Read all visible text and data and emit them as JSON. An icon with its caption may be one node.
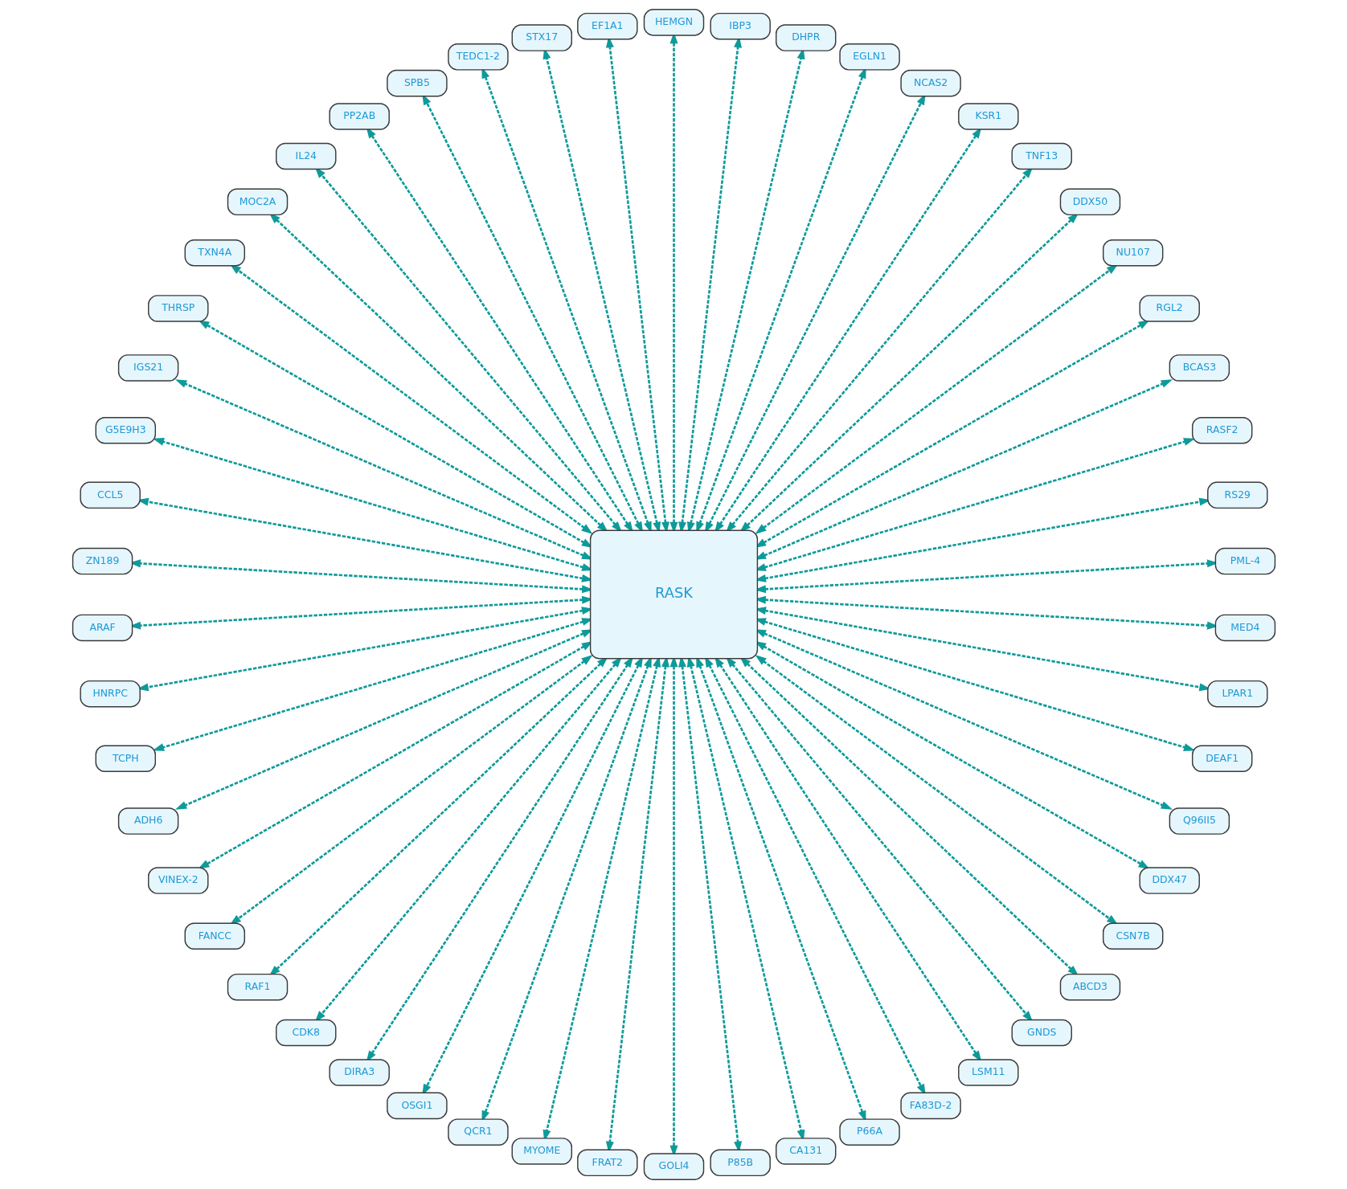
{
  "diagram": {
    "nodes": [
      {
        "text": [
          "TEDC1-2"
        ]
      },
      {
        "text": [
          "IBP3"
        ]
      },
      {
        "text": [
          "EF1A1"
        ]
      },
      {
        "text": [
          "EGLN1"
        ]
      },
      {
        "text": [
          "PP2AB"
        ]
      },
      {
        "text": [
          "TNF13"
        ]
      },
      {
        "text": [
          "MOC2A"
        ]
      },
      {
        "text": [
          "DHPR"
        ]
      },
      {
        "text": [
          "STX17"
        ]
      },
      {
        "text": [
          "NCAS2"
        ]
      },
      {
        "text": [
          "IL24"
        ]
      },
      {
        "text": [
          "NU107"
        ]
      },
      {
        "text": [
          "IGS21"
        ]
      },
      {
        "text": [
          "HEMGN"
        ]
      },
      {
        "text": [
          "DDX50"
        ]
      },
      {
        "text": [
          "TXN4A"
        ]
      },
      {
        "text": [
          "SPB5"
        ]
      },
      {
        "text": [
          "KSR1"
        ]
      },
      {
        "text": [
          "THRSP"
        ]
      },
      {
        "text": [
          "RGL2"
        ]
      },
      {
        "text": [
          "BCAS3"
        ]
      },
      {
        "text": [
          "CCL5"
        ]
      },
      {
        "text": [
          "G5E9H3"
        ]
      },
      {
        "text": [
          "RS29"
        ]
      },
      {
        "text": [
          "RASF2"
        ]
      },
      {
        "text": [
          "ZN189"
        ]
      },
      {
        "text": [
          "PML-4"
        ]
      },
      {
        "text": [
          "ARAF"
        ]
      },
      {
        "text": [
          "RASK"
        ]
      },
      {
        "text": [
          "HNRPC"
        ]
      },
      {
        "text": [
          "MED4"
        ]
      },
      {
        "text": [
          "TCPH"
        ]
      },
      {
        "text": [
          "FANCC"
        ]
      },
      {
        "text": [
          "DDX47"
        ]
      },
      {
        "text": [
          "DEAF1"
        ]
      },
      {
        "text": [
          "LPAR1"
        ]
      },
      {
        "text": [
          "ADH6"
        ]
      },
      {
        "text": [
          "OSGI1"
        ]
      },
      {
        "text": [
          "VINEX-2"
        ]
      },
      {
        "text": [
          "FA83D-2"
        ]
      },
      {
        "text": [
          "CSN7B"
        ]
      },
      {
        "text": [
          "Q96II5"
        ]
      },
      {
        "text": [
          "CDK8"
        ]
      },
      {
        "text": [
          "GNDS"
        ]
      },
      {
        "text": [
          "RAF1"
        ]
      },
      {
        "text": [
          "QCR1"
        ]
      },
      {
        "text": [
          "GOLI4"
        ]
      },
      {
        "text": [
          "ABCD3"
        ]
      },
      {
        "text": [
          "P66A"
        ]
      },
      {
        "text": [
          "MYOME"
        ]
      },
      {
        "text": [
          "DIRA3"
        ]
      },
      {
        "text": [
          "LSM11"
        ]
      },
      {
        "text": [
          "P85B"
        ]
      },
      {
        "text": [
          "FRAT2"
        ]
      },
      {
        "text": [
          "CA131"
        ]
      }
    ],
    "edges": [
      {
        "from": 28,
        "to": 26,
        "arrow": "both",
        "style": "dashed"
      },
      {
        "from": 28,
        "to": 23,
        "arrow": "both",
        "style": "dashed"
      },
      {
        "from": 28,
        "to": 24,
        "arrow": "both",
        "style": "dashed"
      },
      {
        "from": 28,
        "to": 20,
        "arrow": "both",
        "style": "dashed"
      },
      {
        "from": 28,
        "to": 19,
        "arrow": "both",
        "style": "dashed"
      },
      {
        "from": 28,
        "to": 11,
        "arrow": "both",
        "style": "dashed"
      },
      {
        "from": 28,
        "to": 14,
        "arrow": "both",
        "style": "dashed"
      },
      {
        "from": 28,
        "to": 5,
        "arrow": "both",
        "style": "dashed"
      },
      {
        "from": 28,
        "to": 17,
        "arrow": "both",
        "style": "dashed"
      },
      {
        "from": 28,
        "to": 9,
        "arrow": "both",
        "style": "dashed"
      },
      {
        "from": 28,
        "to": 3,
        "arrow": "both",
        "style": "dashed"
      },
      {
        "from": 28,
        "to": 7,
        "arrow": "both",
        "style": "dashed"
      },
      {
        "from": 28,
        "to": 1,
        "arrow": "both",
        "style": "dashed"
      },
      {
        "from": 28,
        "to": 13,
        "arrow": "both",
        "style": "dashed"
      },
      {
        "from": 28,
        "to": 2,
        "arrow": "both",
        "style": "dashed"
      },
      {
        "from": 28,
        "to": 8,
        "arrow": "both",
        "style": "dashed"
      },
      {
        "from": 28,
        "to": 0,
        "arrow": "both",
        "style": "dashed"
      },
      {
        "from": 28,
        "to": 16,
        "arrow": "both",
        "style": "dashed"
      },
      {
        "from": 28,
        "to": 4,
        "arrow": "both",
        "style": "dashed"
      },
      {
        "from": 28,
        "to": 10,
        "arrow": "both",
        "style": "dashed"
      },
      {
        "from": 28,
        "to": 6,
        "arrow": "both",
        "style": "dashed"
      },
      {
        "from": 28,
        "to": 15,
        "arrow": "both",
        "style": "dashed"
      },
      {
        "from": 28,
        "to": 18,
        "arrow": "both",
        "style": "dashed"
      },
      {
        "from": 28,
        "to": 12,
        "arrow": "both",
        "style": "dashed"
      },
      {
        "from": 28,
        "to": 22,
        "arrow": "both",
        "style": "dashed"
      },
      {
        "from": 28,
        "to": 21,
        "arrow": "both",
        "style": "dashed"
      },
      {
        "from": 28,
        "to": 25,
        "arrow": "both",
        "style": "dashed"
      },
      {
        "from": 28,
        "to": 27,
        "arrow": "both",
        "style": "dashed"
      },
      {
        "from": 28,
        "to": 29,
        "arrow": "both",
        "style": "dashed"
      },
      {
        "from": 28,
        "to": 31,
        "arrow": "both",
        "style": "dashed"
      },
      {
        "from": 28,
        "to": 36,
        "arrow": "both",
        "style": "dashed"
      },
      {
        "from": 28,
        "to": 38,
        "arrow": "both",
        "style": "dashed"
      },
      {
        "from": 28,
        "to": 32,
        "arrow": "both",
        "style": "dashed"
      },
      {
        "from": 28,
        "to": 44,
        "arrow": "both",
        "style": "dashed"
      },
      {
        "from": 28,
        "to": 42,
        "arrow": "both",
        "style": "dashed"
      },
      {
        "from": 28,
        "to": 50,
        "arrow": "both",
        "style": "dashed"
      },
      {
        "from": 28,
        "to": 37,
        "arrow": "both",
        "style": "dashed"
      },
      {
        "from": 28,
        "to": 45,
        "arrow": "both",
        "style": "dashed"
      },
      {
        "from": 28,
        "to": 49,
        "arrow": "both",
        "style": "dashed"
      },
      {
        "from": 28,
        "to": 53,
        "arrow": "both",
        "style": "dashed"
      },
      {
        "from": 28,
        "to": 46,
        "arrow": "both",
        "style": "dashed"
      },
      {
        "from": 28,
        "to": 52,
        "arrow": "both",
        "style": "dashed"
      },
      {
        "from": 28,
        "to": 54,
        "arrow": "both",
        "style": "dashed"
      },
      {
        "from": 28,
        "to": 48,
        "arrow": "both",
        "style": "dashed"
      },
      {
        "from": 28,
        "to": 39,
        "arrow": "both",
        "style": "dashed"
      },
      {
        "from": 28,
        "to": 51,
        "arrow": "both",
        "style": "dashed"
      },
      {
        "from": 28,
        "to": 43,
        "arrow": "both",
        "style": "dashed"
      },
      {
        "from": 28,
        "to": 47,
        "arrow": "both",
        "style": "dashed"
      },
      {
        "from": 28,
        "to": 40,
        "arrow": "both",
        "style": "dashed"
      },
      {
        "from": 28,
        "to": 33,
        "arrow": "both",
        "style": "dashed"
      },
      {
        "from": 28,
        "to": 41,
        "arrow": "both",
        "style": "dashed"
      },
      {
        "from": 28,
        "to": 34,
        "arrow": "both",
        "style": "dashed"
      },
      {
        "from": 28,
        "to": 35,
        "arrow": "both",
        "style": "dashed"
      },
      {
        "from": 28,
        "to": 30,
        "arrow": "both",
        "style": "dashed"
      }
    ]
  }
}
